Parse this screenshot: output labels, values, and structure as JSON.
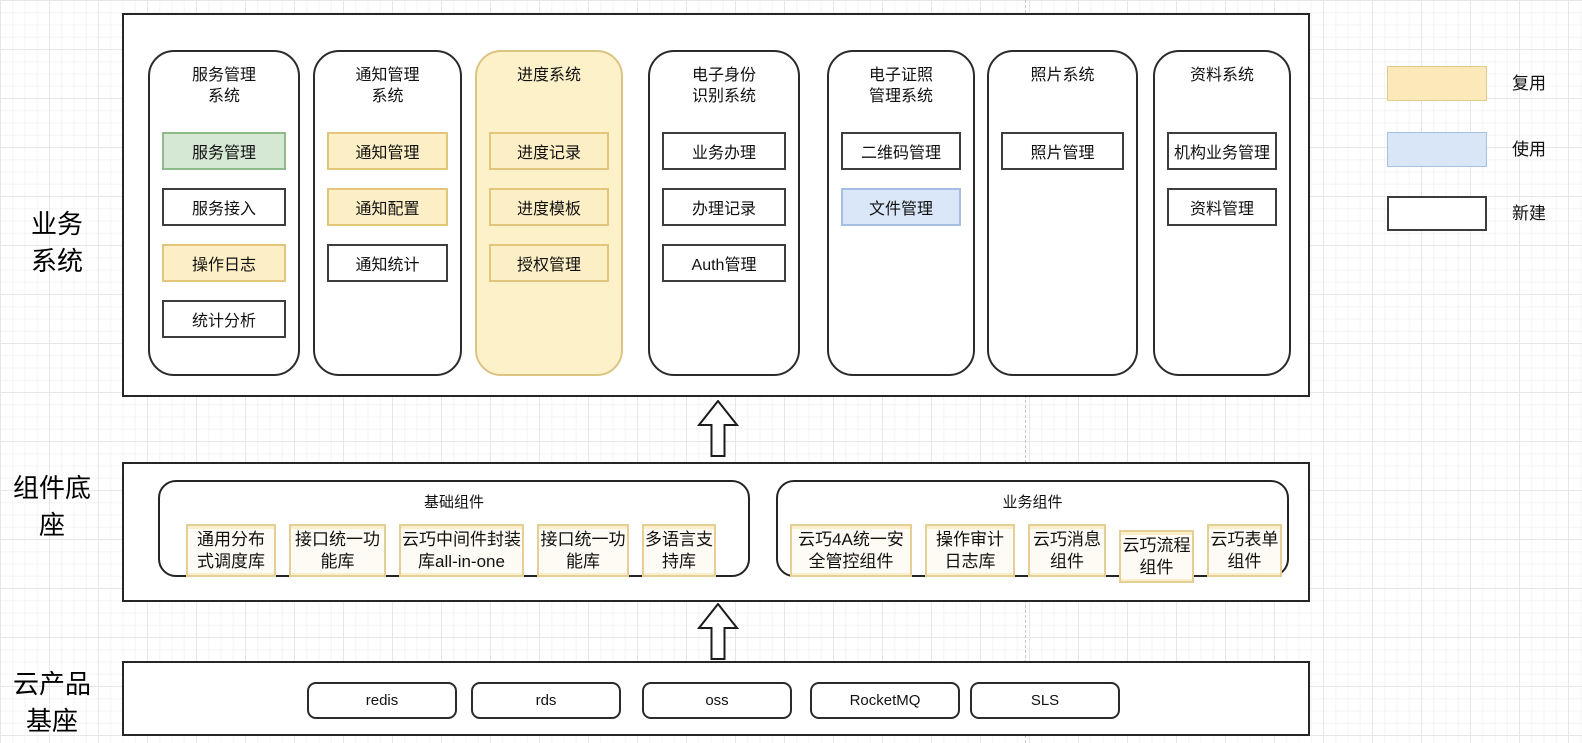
{
  "sections": {
    "business": {
      "label": "业务系统",
      "systems": [
        {
          "title": "服务管理\n系统",
          "type": "new",
          "modules": [
            {
              "label": "服务管理",
              "type": "green"
            },
            {
              "label": "服务接入",
              "type": "new"
            },
            {
              "label": "操作日志",
              "type": "reuse"
            },
            {
              "label": "统计分析",
              "type": "new"
            }
          ]
        },
        {
          "title": "通知管理\n系统",
          "type": "new",
          "modules": [
            {
              "label": "通知管理",
              "type": "reuse"
            },
            {
              "label": "通知配置",
              "type": "reuse"
            },
            {
              "label": "通知统计",
              "type": "new"
            }
          ]
        },
        {
          "title": "进度系统",
          "type": "reuse",
          "modules": [
            {
              "label": "进度记录",
              "type": "reuse"
            },
            {
              "label": "进度模板",
              "type": "reuse"
            },
            {
              "label": "授权管理",
              "type": "reuse"
            }
          ]
        },
        {
          "title": "电子身份\n识别系统",
          "type": "new",
          "modules": [
            {
              "label": "业务办理",
              "type": "new"
            },
            {
              "label": "办理记录",
              "type": "new"
            },
            {
              "label": "Auth管理",
              "type": "new"
            }
          ]
        },
        {
          "title": "电子证照\n管理系统",
          "type": "new",
          "modules": [
            {
              "label": "二维码管理",
              "type": "new"
            },
            {
              "label": "文件管理",
              "type": "use"
            }
          ]
        },
        {
          "title": "照片系统",
          "type": "new",
          "modules": [
            {
              "label": "照片管理",
              "type": "new"
            }
          ]
        },
        {
          "title": "资料系统",
          "type": "new",
          "modules": [
            {
              "label": "机构业务管理",
              "type": "new"
            },
            {
              "label": "资料管理",
              "type": "new"
            }
          ]
        }
      ]
    },
    "components": {
      "label": "组件底座",
      "groups": [
        {
          "title": "基础组件",
          "items": [
            {
              "label": "通用分布式调度库"
            },
            {
              "label": "接口统一功能库"
            },
            {
              "label": "云巧中间件封装库all-in-one"
            },
            {
              "label": "接口统一功能库"
            },
            {
              "label": "多语言支持库"
            }
          ]
        },
        {
          "title": "业务组件",
          "items": [
            {
              "label": "云巧4A统一安全管控组件"
            },
            {
              "label": "操作审计日志库"
            },
            {
              "label": "云巧消息组件"
            },
            {
              "label": "云巧流程组件"
            },
            {
              "label": "云巧表单组件"
            }
          ]
        }
      ]
    },
    "cloud": {
      "label": "云产品基座",
      "items": [
        {
          "label": "redis"
        },
        {
          "label": "rds"
        },
        {
          "label": "oss"
        },
        {
          "label": "RocketMQ"
        },
        {
          "label": "SLS"
        }
      ]
    }
  },
  "legend": {
    "items": [
      {
        "label": "复用",
        "type": "reuse",
        "color": "#FBE9BA"
      },
      {
        "label": "使用",
        "type": "use",
        "color": "#D8E6F7"
      },
      {
        "label": "新建",
        "type": "new",
        "color": "#FFFFFF"
      }
    ]
  },
  "colors": {
    "reuse_fill": "#FCEFC5",
    "reuse_border": "#E2C67C",
    "use_fill": "#D9E7F8",
    "use_border": "#A5BFE4",
    "green_fill": "#D5E8D4",
    "green_border": "#8FBA8A",
    "new_fill": "#FFFFFF",
    "new_border": "#3D3D3D"
  }
}
